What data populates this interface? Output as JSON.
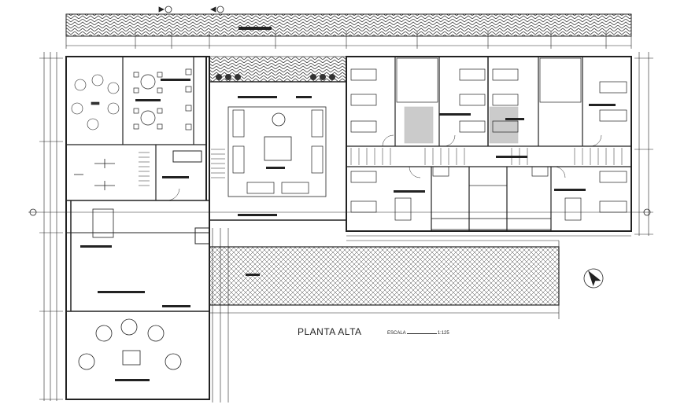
{
  "drawing": {
    "title": "PLANTA ALTA",
    "scale_label": "ESCALA",
    "scale_value": "1:125"
  },
  "colors": {
    "ink": "#222222",
    "background": "#ffffff"
  },
  "icons": [
    "north-arrow-icon",
    "section-marker-icon"
  ]
}
